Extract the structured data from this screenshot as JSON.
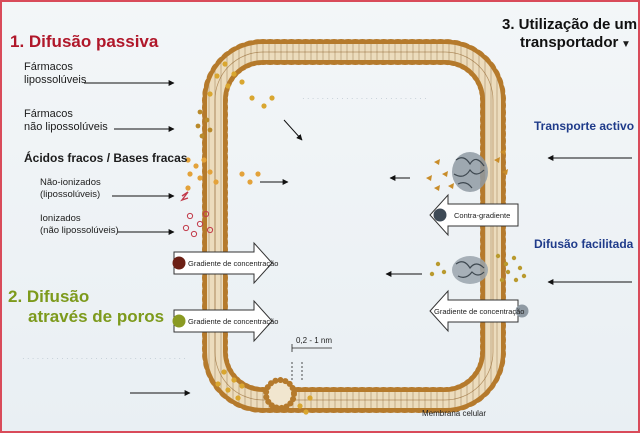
{
  "sections": {
    "passive": {
      "title": "1. Difusão passiva",
      "labels": {
        "lipo1": "Fármacos",
        "lipo2": "lipossolúveis",
        "nonlipo1": "Fármacos",
        "nonlipo2": "não lipossolúveis",
        "acids": "Ácidos fracos / Bases fracas",
        "nonion1": "Não-ionizados",
        "nonion2": "(lipossolúveis)",
        "ion1": "Ionizados",
        "ion2": "(não lipossolúveis)"
      }
    },
    "pores": {
      "title1": "2. Difusão",
      "title2": "através de poros"
    },
    "transporter": {
      "title1": "3. Utilização de um",
      "title2": "transportador",
      "active": "Transporte activo",
      "facilitated": "Difusão facilitada"
    }
  },
  "arrows": {
    "gradient1": "Gradiente de concentração",
    "gradient2": "Gradiente de concentração",
    "contra": "Contra-gradiente",
    "gradient3": "Gradiente de concentração"
  },
  "annotations": {
    "pore_size": "0,2 - 1 nm",
    "membrane": "Membrana celular"
  },
  "colors": {
    "heading_red": "#b0172a",
    "heading_green": "#7d9a1c",
    "membrane_head": "#b57a2c",
    "membrane_core": "#e8d7b6",
    "molecule": "#d9a630",
    "border": "#d94b5a"
  }
}
